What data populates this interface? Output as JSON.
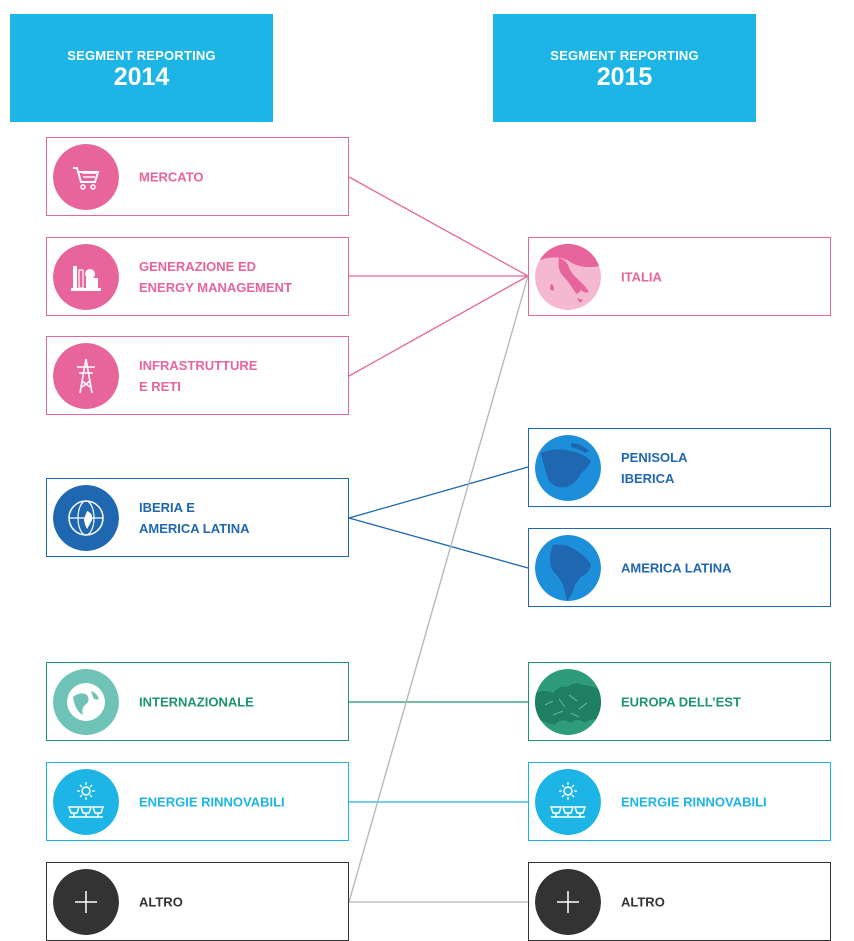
{
  "headers": {
    "left": {
      "title": "SEGMENT REPORTING",
      "year": "2014"
    },
    "right": {
      "title": "SEGMENT REPORTING",
      "year": "2015"
    }
  },
  "segments_2014": [
    {
      "label": "MERCATO",
      "color": "#e7649c",
      "icon": "shopping-cart-icon"
    },
    {
      "label": "GENERAZIONE ED\nENERGY MANAGEMENT",
      "color": "#e7649c",
      "icon": "power-plant-icon"
    },
    {
      "label": "INFRASTRUTTURE\nE RETI",
      "color": "#e7649c",
      "icon": "power-pylon-icon"
    },
    {
      "label": "IBERIA E\nAMERICA LATINA",
      "color": "#1f67b0",
      "icon": "globe-icon"
    },
    {
      "label": "INTERNAZIONALE",
      "color": "#1e9470",
      "icon": "earth-icon"
    },
    {
      "label": "ENERGIE RINNOVABILI",
      "color": "#1cb5e5",
      "icon": "solar-panels-icon"
    },
    {
      "label": "ALTRO",
      "color": "#333333",
      "icon": "plus-icon"
    }
  ],
  "segments_2015": [
    {
      "label": "ITALIA",
      "color": "#e7649c",
      "icon": "italy-map-icon"
    },
    {
      "label": "PENISOLA\nIBERICA",
      "color": "#1f67b0",
      "icon": "iberia-map-icon"
    },
    {
      "label": "AMERICA LATINA",
      "color": "#1f67b0",
      "icon": "south-america-map-icon"
    },
    {
      "label": "EUROPA DELL’EST",
      "color": "#1e9470",
      "icon": "europe-map-icon"
    },
    {
      "label": "ENERGIE RINNOVABILI",
      "color": "#1cb5e5",
      "icon": "solar-panels-icon"
    },
    {
      "label": "ALTRO",
      "color": "#333333",
      "icon": "plus-icon"
    }
  ],
  "connections": [
    {
      "from": "MERCATO",
      "to": "ITALIA",
      "color": "#e7649c"
    },
    {
      "from": "GENERAZIONE ED ENERGY MANAGEMENT",
      "to": "ITALIA",
      "color": "#e7649c"
    },
    {
      "from": "INFRASTRUTTURE E RETI",
      "to": "ITALIA",
      "color": "#e7649c"
    },
    {
      "from": "IBERIA E AMERICA LATINA",
      "to": "PENISOLA IBERICA",
      "color": "#1f67b0"
    },
    {
      "from": "IBERIA E AMERICA LATINA",
      "to": "AMERICA LATINA",
      "color": "#1f67b0"
    },
    {
      "from": "INTERNAZIONALE",
      "to": "EUROPA DELL’EST",
      "color": "#1e9470"
    },
    {
      "from": "ENERGIE RINNOVABILI",
      "to": "ENERGIE RINNOVABILI",
      "color": "#1cb5e5"
    },
    {
      "from": "ALTRO",
      "to": "ALTRO",
      "color": "#b5b5b5"
    },
    {
      "from": "ALTRO",
      "to": "ITALIA",
      "color": "#b5b5b5"
    }
  ]
}
